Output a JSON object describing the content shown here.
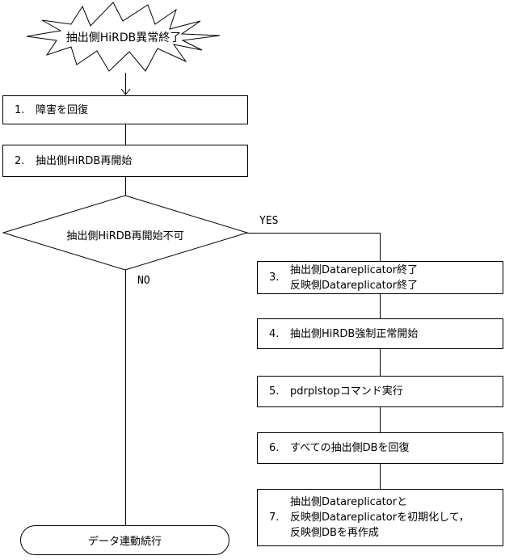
{
  "flowchart": {
    "start": {
      "label": "抽出側HiRDB異常終了"
    },
    "steps_left": [
      {
        "num": "1.",
        "lines": [
          "障害を回復"
        ]
      },
      {
        "num": "2.",
        "lines": [
          "抽出側HiRDB再開始"
        ]
      }
    ],
    "decision": {
      "label": "抽出側HiRDB再開始不可",
      "yes_label": "YES",
      "no_label": "NO"
    },
    "steps_right": [
      {
        "num": "3.",
        "lines": [
          "抽出側Datareplicator終了",
          "反映側Datareplicator終了"
        ]
      },
      {
        "num": "4.",
        "lines": [
          "抽出側HiRDB強制正常開始"
        ]
      },
      {
        "num": "5.",
        "lines": [
          "pdrplstopコマンド実行"
        ]
      },
      {
        "num": "6.",
        "lines": [
          "すべての抽出側DBを回復"
        ]
      },
      {
        "num": "7.",
        "lines": [
          "抽出側Datareplicatorと",
          "反映側Datareplicatorを初期化して，",
          "反映側DBを再作成"
        ]
      }
    ],
    "terminal": {
      "label": "データ連動続行"
    },
    "colors": {
      "line": "#000000",
      "background": "#ffffff",
      "text": "#000000"
    }
  }
}
